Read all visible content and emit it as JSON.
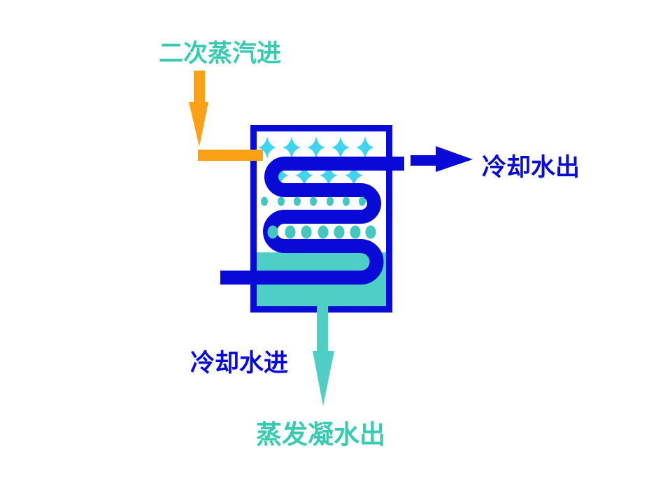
{
  "labels": {
    "steam_in": "二次蒸汽进",
    "cooling_water_out": "冷却水出",
    "cooling_water_in": "冷却水进",
    "condensate_out": "蒸发凝水出"
  },
  "colors": {
    "pipe_blue": "#0909D8",
    "steam_orange": "#FCA015",
    "teal_text": "#38CBB2",
    "sparkle_cyan": "#3FD3F0",
    "droplet_teal": "#45C7BF",
    "liquid_teal": "#4FCEC6"
  },
  "icons": {
    "steam_in_arrow": "down-arrow",
    "cooling_water_out_arrow": "right-arrow",
    "condensate_out_arrow": "down-arrow"
  }
}
